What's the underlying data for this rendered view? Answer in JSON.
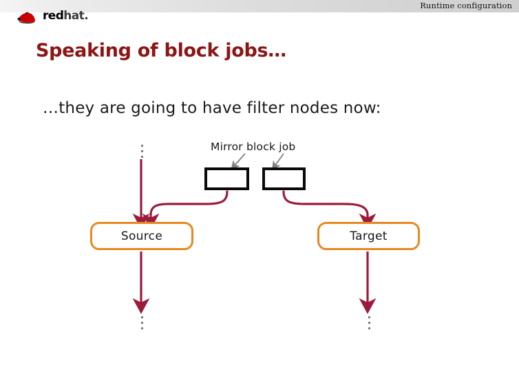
{
  "header": {
    "title": "Runtime configuration",
    "logo": {
      "icon": "redhat-shadowman-icon",
      "word_red": "red",
      "word_hat": "hat",
      "word_dot": "."
    }
  },
  "slide": {
    "title": "Speaking of block jobs…",
    "body_line": "…they are going to have filter nodes now:",
    "title_color": "#8c1515"
  },
  "diagram": {
    "type": "block-graph",
    "mirror_label": "Mirror block job",
    "nodes": [
      {
        "id": "filter-left",
        "label": "",
        "shape": "rectangle",
        "border_color": "#0a0a0a",
        "fill": "#ffffff"
      },
      {
        "id": "filter-right",
        "label": "",
        "shape": "rectangle",
        "border_color": "#0a0a0a",
        "fill": "#ffffff"
      },
      {
        "id": "source",
        "label": "Source",
        "shape": "rounded-rectangle",
        "border_color": "#e8871e",
        "fill": "#ffffff"
      },
      {
        "id": "target",
        "label": "Target",
        "shape": "rounded-rectangle",
        "border_color": "#e8871e",
        "fill": "#ffffff"
      }
    ],
    "edge_color": "#9b1b3c",
    "pointer_color": "#808080",
    "ellipsis_glyph": "⋮",
    "ellipsis_positions": [
      "above-source",
      "below-source",
      "below-target"
    ]
  }
}
